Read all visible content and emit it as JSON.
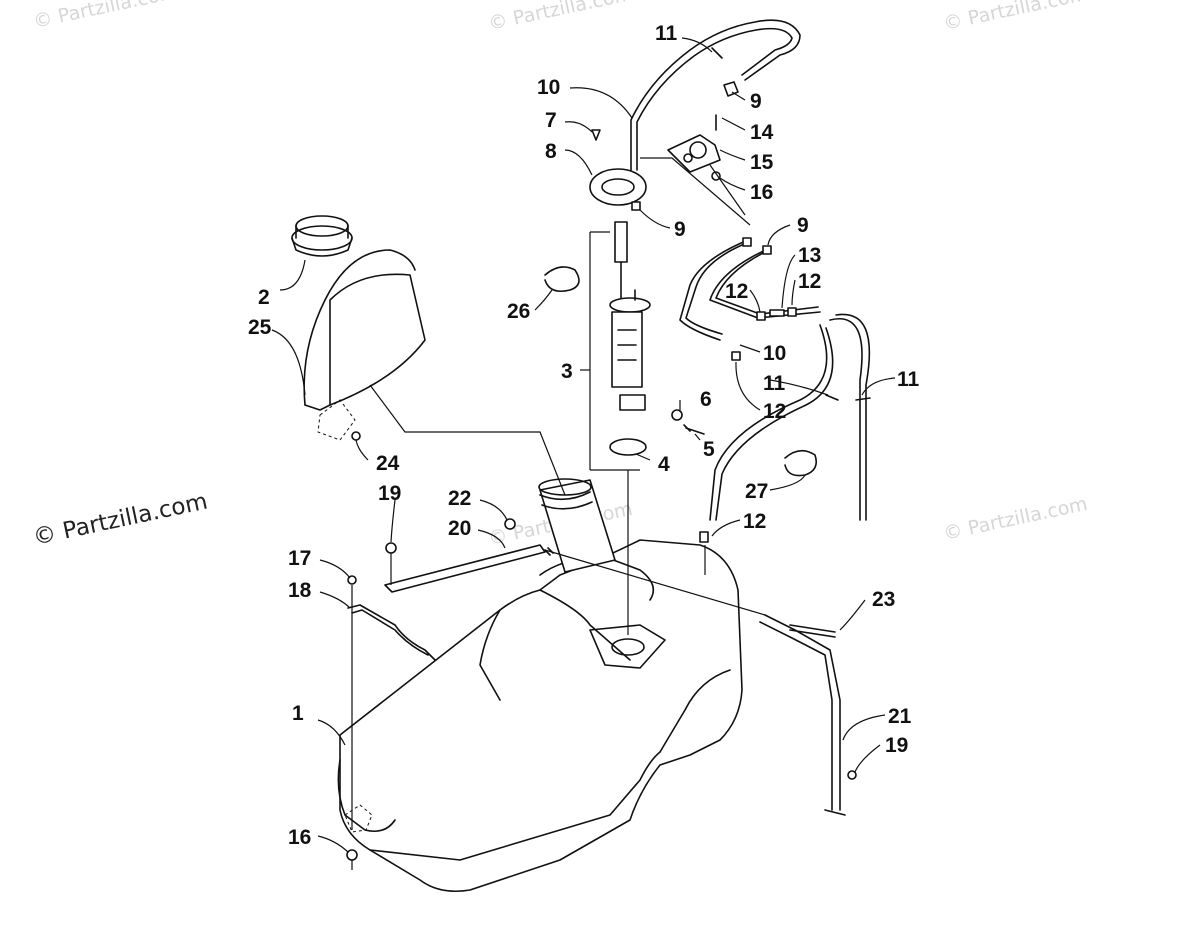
{
  "watermark": "© Partzilla.com",
  "callouts": [
    "1",
    "2",
    "3",
    "4",
    "5",
    "6",
    "7",
    "8",
    "9",
    "9",
    "9",
    "10",
    "10",
    "11",
    "11",
    "11",
    "12",
    "12",
    "12",
    "12",
    "12",
    "13",
    "14",
    "15",
    "16",
    "16",
    "17",
    "18",
    "19",
    "19",
    "20",
    "21",
    "22",
    "23",
    "24",
    "25",
    "26",
    "27"
  ]
}
